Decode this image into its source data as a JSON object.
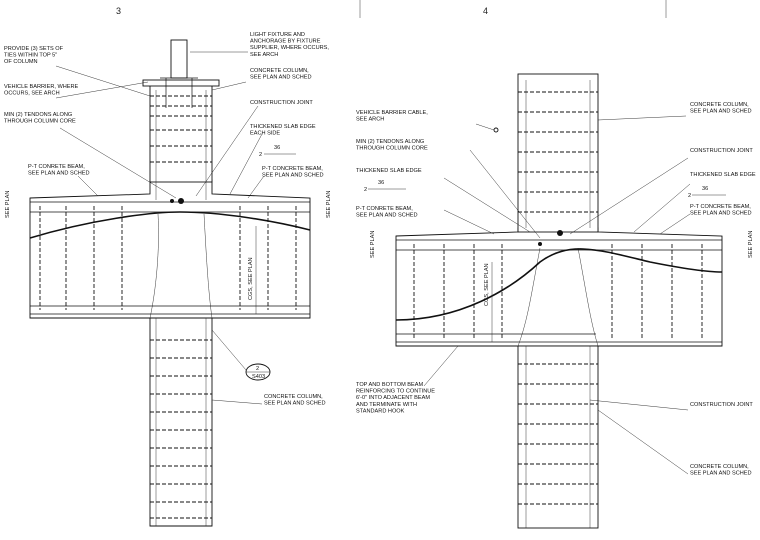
{
  "details": {
    "left_number": "3",
    "right_number": "4"
  },
  "left": {
    "notes": {
      "ties": "PROVIDE (3) SETS OF|TIES WITHIN TOP 5\"|OF COLUMN",
      "vehicle_barrier": "VEHICLE BARRIER, WHERE|OCCURS, SEE ARCH",
      "tendons": "MIN (2) TENDONS ALONG|THROUGH COLUMN CORE",
      "light_fixture": "LIGHT FIXTURE AND|ANCHORAGE BY FIXTURE|SUPPLIER, WHERE OCCURS,|SEE ARCH",
      "column_top": "CONCRETE COLUMN,|SEE PLAN AND SCHED",
      "construction_joint": "CONSTRUCTION JOINT",
      "thickened_slab": "THICKENED SLAB EDGE|EACH SIDE",
      "pt_beam_right": "P-T CONCRETE BEAM,|SEE PLAN AND SCHED",
      "pt_beam_left": "P-T CONRETE BEAM,|SEE PLAN AND SCHED",
      "column_bottom": "CONCRETE COLUMN,|SEE PLAN AND SCHED"
    },
    "slope_run": "36",
    "slope_rise": "2",
    "see_plan": "SEE PLAN",
    "cgs": "CGS, SEE PLAN",
    "section_num": "2",
    "section_sheet": "S403"
  },
  "right": {
    "notes": {
      "vehicle_cable": "VEHICLE BARRIER CABLE,|SEE ARCH",
      "tendons": "MIN (2) TENDONS ALONG|THROUGH COLUMN CORE",
      "thickened_slab": "THICKENED SLAB EDGE",
      "pt_beam_left": "P-T CONRETE BEAM,|SEE PLAN AND SCHED",
      "column_top": "CONCRETE COLUMN,|SEE PLAN AND SCHED",
      "construction_joint_top": "CONSTRUCTION JOINT",
      "thickened_slab_right": "THICKENED SLAB EDGE",
      "pt_beam_right": "P-T CONCRETE BEAM,|SEE PLAN AND SCHED",
      "reinforcing": "TOP AND BOTTOM BEAM|REINFORCING TO CONTINUE|6'-0\" INTO ADJACENT BEAM|AND TERMINATE WITH|STANDARD HOOK",
      "construction_joint_bottom": "CONSTRUCTION JOINT",
      "column_bottom": "CONCRETE COLUMN,|SEE PLAN AND SCHED"
    },
    "slope_run": "36",
    "slope_rise": "2",
    "see_plan": "SEE PLAN",
    "cgs": "CGS, SEE PLAN"
  }
}
